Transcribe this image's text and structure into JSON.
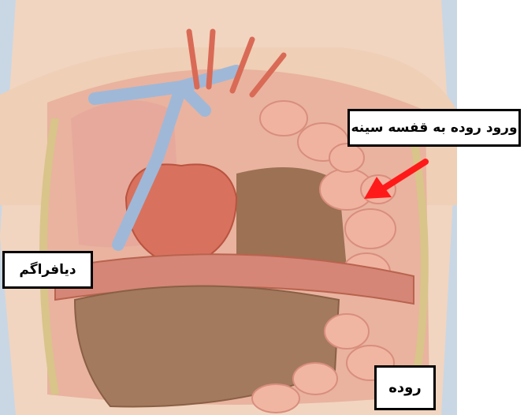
{
  "labels": {
    "hernia_entry": "ورود روده به قفسه سینه",
    "diaphragm": "دیافراگم",
    "intestine": "روده"
  },
  "colors": {
    "background": "#ffffff",
    "backdrop": "#c8d6e4",
    "skin": "#f3d2b9",
    "organ_pink": "#e8a79a",
    "heart": "#d9705c",
    "liver": "#a5785b",
    "vein_blue": "#9eb7d6",
    "arrow": "#ff1a1a"
  }
}
